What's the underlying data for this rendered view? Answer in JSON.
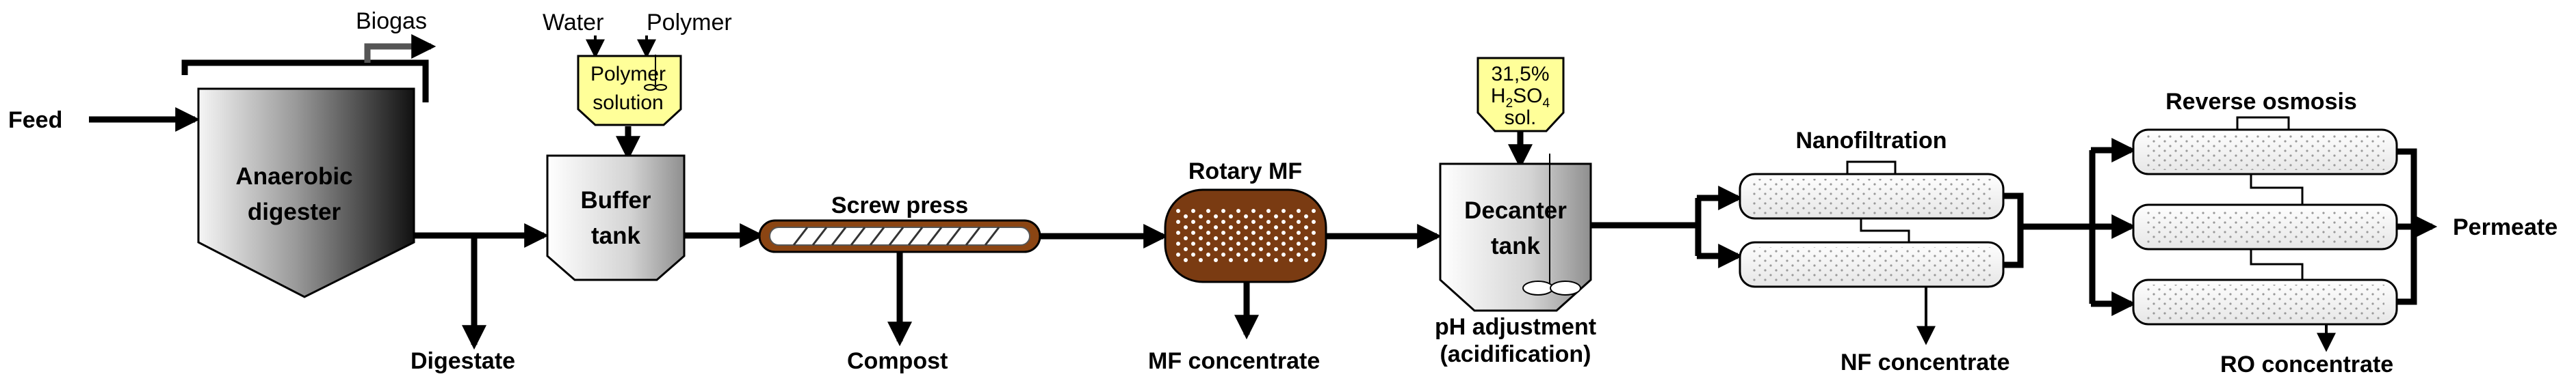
{
  "diagram": {
    "feed": "Feed",
    "biogas": "Biogas",
    "water": "Water",
    "polymer": "Polymer",
    "polymer_solution": [
      "Polymer",
      "solution"
    ],
    "anaerobic_digester": [
      "Anaerobic",
      "digester"
    ],
    "digestate": "Digestate",
    "buffer_tank": [
      "Buffer",
      "tank"
    ],
    "screw_press": "Screw press",
    "compost": "Compost",
    "rotary_mf": "Rotary MF",
    "mf_concentrate": "MF concentrate",
    "acid": {
      "line1": "31,5%",
      "h": "H",
      "sub2": "2",
      "so": "SO",
      "sub4": "4",
      "line3": "sol."
    },
    "decanter_tank": [
      "Decanter",
      "tank"
    ],
    "ph_adjustment": [
      "pH adjustment",
      "(acidification)"
    ],
    "nanofiltration": "Nanofiltration",
    "nf_concentrate": "NF concentrate",
    "reverse_osmosis": "Reverse osmosis",
    "ro_concentrate": "RO concentrate",
    "permeate": "Permeate"
  },
  "colors": {
    "line": "#000000",
    "additive_yellow": "#ffff99",
    "tank_dark": "#1a1a1a",
    "tank_light": "#f2f2f2",
    "press_brown": "#8b4513",
    "membrane_fill": "#f4f4f4"
  }
}
